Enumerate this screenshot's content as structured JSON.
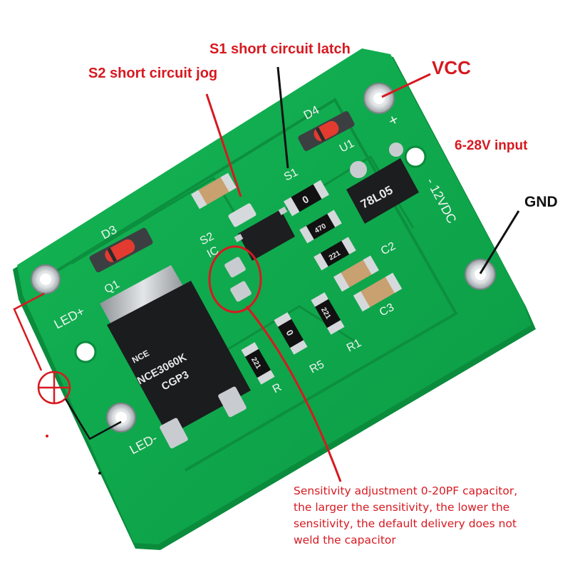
{
  "callouts": {
    "s1": "S1 short circuit latch",
    "s2": "S2 short circuit jog",
    "vcc": "VCC",
    "input_range": "6-28V input",
    "gnd": "GND"
  },
  "note_lines": [
    "Sensitivity adjustment 0-20PF capacitor,",
    "the larger the sensitivity, the lower the",
    "sensitivity, the default delivery does not",
    "weld the capacitor"
  ],
  "silkscreen": {
    "d4": "D4",
    "d3": "D3",
    "u1": "U1",
    "s1": "S1",
    "s2": "S2",
    "ic": "IC",
    "q1": "Q1",
    "c2": "C2",
    "c3": "C3",
    "r1": "R1",
    "r5": "R5",
    "r4": "R",
    "led_plus": "LED+",
    "led_minus": "LED-",
    "plus": "+",
    "vdc": "- 12VDC"
  },
  "parts": {
    "regulator": "78L05",
    "mosfet_line1": "NCE3060K",
    "mosfet_line2": "CGP3",
    "mosfet_logo": "NCE",
    "r_470": "470",
    "r_221a": "221",
    "r_221b": "221",
    "r_221c": "221",
    "r_0a": "0",
    "r_0b": "0"
  },
  "colors": {
    "board": "#0fa84a",
    "copper_trace": "#0c8f3e",
    "solder": "#c8ccd0",
    "callout_red": "#d71920"
  }
}
